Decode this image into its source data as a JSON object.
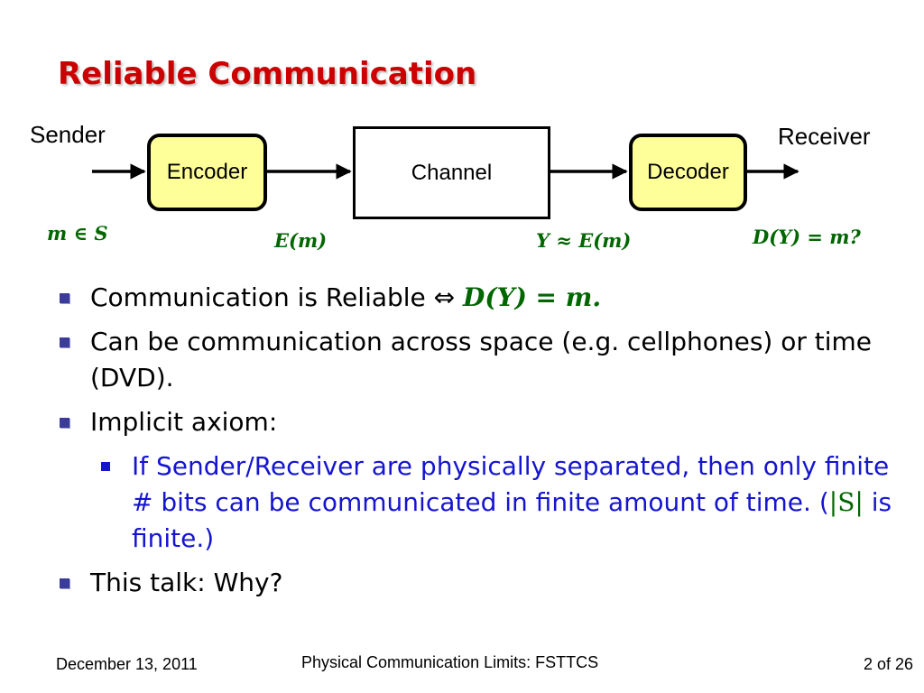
{
  "slide": {
    "title": "Reliable Communication"
  },
  "diagram": {
    "sender_label": "Sender",
    "receiver_label": "Receiver",
    "encoder_label": "Encoder",
    "channel_label": "Channel",
    "decoder_label": "Decoder",
    "math_message": "m ∈ S",
    "math_encoded": "E(m)",
    "math_received": "Y ≈ E(m)",
    "math_decoded": "D(Y) = m?"
  },
  "bullets": {
    "b1_text": "Communication is Reliable ⇔ ",
    "b1_math": "D(Y) = m.",
    "b2_text": "Can be communication across space (e.g. cellphones) or time (DVD).",
    "b3_text": "Implicit axiom:",
    "b3_sub_text": "If Sender/Receiver are physically separated, then only finite # bits can be communicated in finite amount of time. (",
    "b3_sub_math": "|S|",
    "b3_sub_tail": " is finite.)",
    "b4_text": "This talk: Why?"
  },
  "footer": {
    "date": "December 13, 2011",
    "talk_title": "Physical Communication Limits: FSTTCS",
    "page": "2 of 26"
  },
  "colors": {
    "title": "#cc0000",
    "math": "#006600",
    "sub_bullet": "#1515d0",
    "box_fill": "#ffff99"
  }
}
